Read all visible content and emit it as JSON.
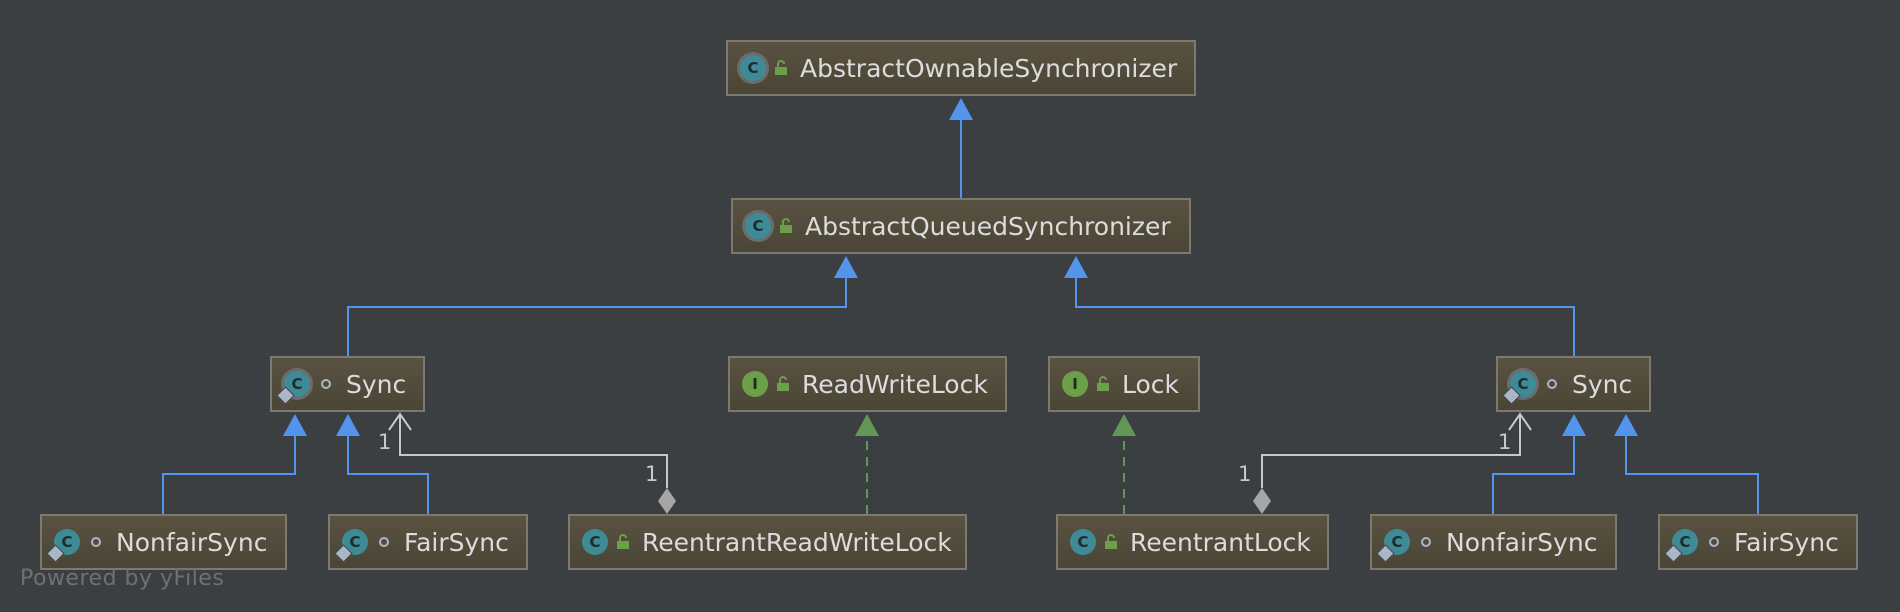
{
  "nodes": {
    "aos": {
      "label": "AbstractOwnableSynchronizer",
      "kind": "abstract",
      "visibility": "public",
      "icon": "abstract-class-icon"
    },
    "aqs": {
      "label": "AbstractQueuedSynchronizer",
      "kind": "abstract",
      "visibility": "public",
      "icon": "abstract-class-icon"
    },
    "sync_left": {
      "label": "Sync",
      "kind": "abstract-nested",
      "visibility": "package",
      "icon": "nested-abstract-class-icon"
    },
    "readwritelock": {
      "label": "ReadWriteLock",
      "kind": "interface",
      "visibility": "public",
      "icon": "interface-icon"
    },
    "lock": {
      "label": "Lock",
      "kind": "interface",
      "visibility": "public",
      "icon": "interface-icon"
    },
    "sync_right": {
      "label": "Sync",
      "kind": "abstract-nested",
      "visibility": "package",
      "icon": "nested-abstract-class-icon"
    },
    "nonfair_left": {
      "label": "NonfairSync",
      "kind": "nested",
      "visibility": "package",
      "icon": "nested-class-icon"
    },
    "fair_left": {
      "label": "FairSync",
      "kind": "nested",
      "visibility": "package",
      "icon": "nested-class-icon"
    },
    "rrwl": {
      "label": "ReentrantReadWriteLock",
      "kind": "class",
      "visibility": "public",
      "icon": "class-icon"
    },
    "rl": {
      "label": "ReentrantLock",
      "kind": "class",
      "visibility": "public",
      "icon": "class-icon"
    },
    "nonfair_right": {
      "label": "NonfairSync",
      "kind": "nested",
      "visibility": "package",
      "icon": "nested-class-icon"
    },
    "fair_right": {
      "label": "FairSync",
      "kind": "nested",
      "visibility": "package",
      "icon": "nested-class-icon"
    }
  },
  "badges": {
    "class": "C",
    "interface": "I"
  },
  "multiplicities": {
    "sync_left_end": "1",
    "rrwl_end": "1",
    "rl_end": "1",
    "sync_right_end": "1"
  },
  "edges": [
    {
      "from": "aqs",
      "to": "aos",
      "type": "extends"
    },
    {
      "from": "sync_left",
      "to": "aqs",
      "type": "extends"
    },
    {
      "from": "sync_right",
      "to": "aqs",
      "type": "extends"
    },
    {
      "from": "nonfair_left",
      "to": "sync_left",
      "type": "extends"
    },
    {
      "from": "fair_left",
      "to": "sync_left",
      "type": "extends"
    },
    {
      "from": "nonfair_right",
      "to": "sync_right",
      "type": "extends"
    },
    {
      "from": "fair_right",
      "to": "sync_right",
      "type": "extends"
    },
    {
      "from": "rrwl",
      "to": "readwritelock",
      "type": "implements"
    },
    {
      "from": "rl",
      "to": "lock",
      "type": "implements"
    },
    {
      "from": "rrwl",
      "to": "sync_left",
      "type": "composition"
    },
    {
      "from": "rl",
      "to": "sync_right",
      "type": "composition"
    }
  ],
  "colors": {
    "background": "#3c3f41",
    "extends": "#5394ec",
    "implements": "#629755",
    "composition": "#c8c8c8",
    "node_border": "#7c7a6e"
  },
  "watermark": "Powered by yFiles"
}
